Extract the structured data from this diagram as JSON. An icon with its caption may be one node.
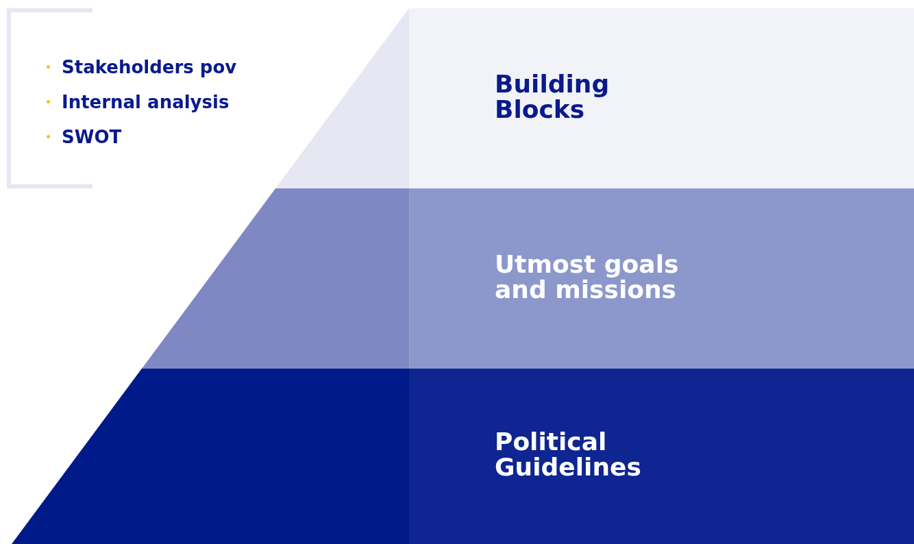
{
  "diagram": {
    "nodes": [
      {
        "text": [
          "Building Blocks"
        ]
      },
      {
        "text": [
          "Utmost goals and missions"
        ]
      },
      {
        "text": [
          "Political Guidelines"
        ]
      }
    ],
    "labels": [
      "Stakeholders pov",
      "Internal analysis",
      "SWOT"
    ]
  }
}
